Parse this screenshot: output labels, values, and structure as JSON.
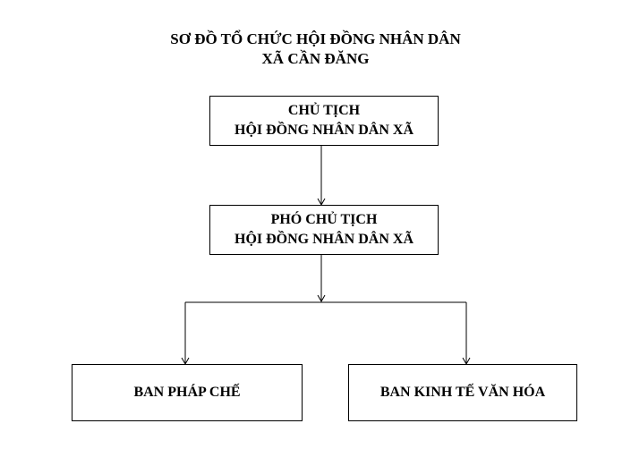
{
  "title": {
    "line1": "SƠ ĐỒ TỔ CHỨC HỘI ĐỒNG NHÂN DÂN",
    "line2": "XÃ CẦN ĐĂNG"
  },
  "nodes": {
    "chairman": {
      "line1": "CHỦ TỊCH",
      "line2": "HỘI ĐỒNG NHÂN DÂN XÃ"
    },
    "vice_chairman": {
      "line1": "PHÓ CHỦ TỊCH",
      "line2": "HỘI ĐỒNG NHÂN DÂN XÃ"
    },
    "legal_committee": {
      "label": "BAN PHÁP CHẾ"
    },
    "economic_cultural_committee": {
      "label": "BAN KINH TẾ VĂN HÓA"
    }
  },
  "edges": [
    {
      "from": "chairman",
      "to": "vice_chairman"
    },
    {
      "from": "vice_chairman",
      "to": "legal_committee"
    },
    {
      "from": "vice_chairman",
      "to": "economic_cultural_committee"
    }
  ],
  "colors": {
    "line": "#000000",
    "text": "#000000",
    "background": "#ffffff"
  }
}
